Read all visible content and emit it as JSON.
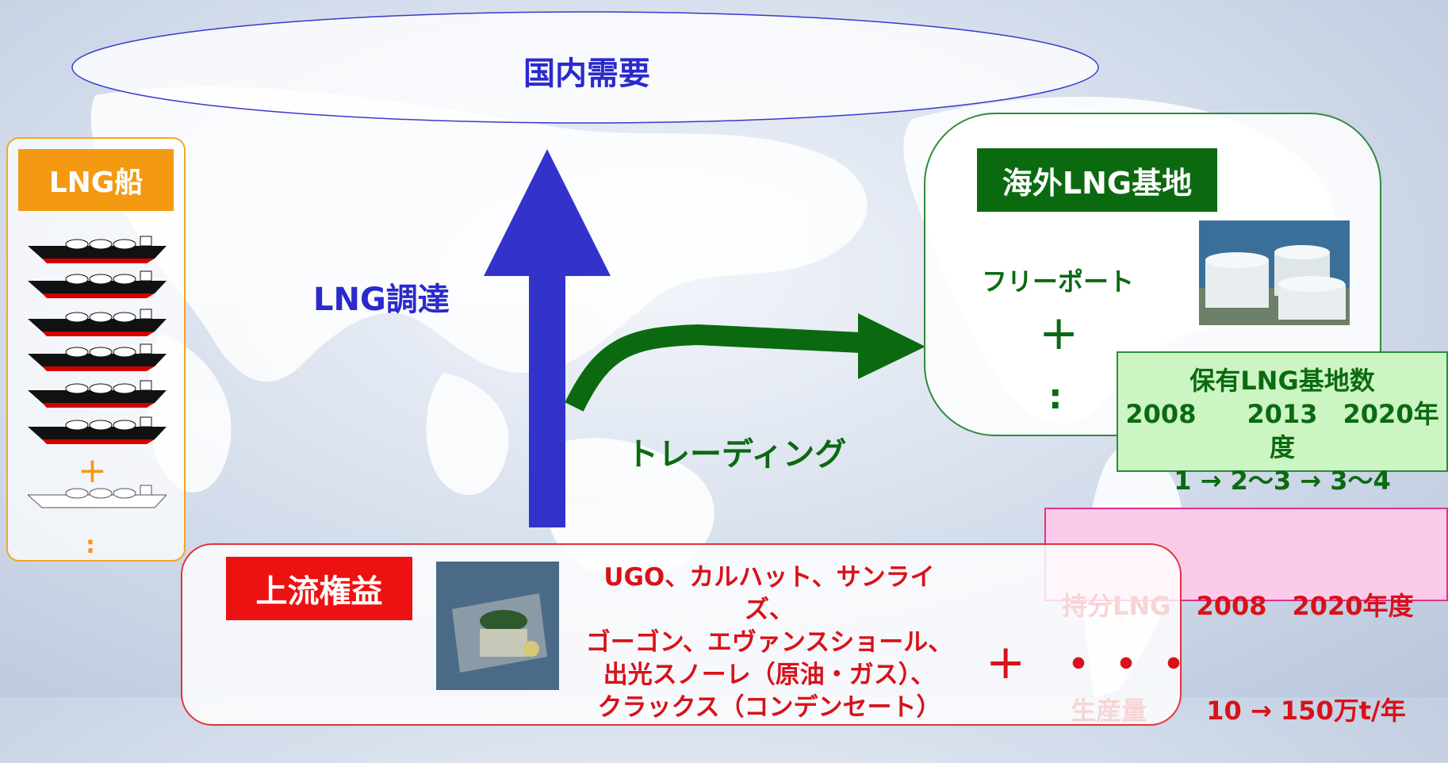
{
  "demand": {
    "label": "国内需要"
  },
  "procurement": {
    "label": "LNG調達"
  },
  "trading": {
    "label": "トレーディング"
  },
  "ships": {
    "title": "LNG船",
    "plus": "+",
    "more": ":"
  },
  "overseas": {
    "title": "海外LNG基地",
    "site": "フリーポート",
    "plus": "+",
    "more": ":"
  },
  "bases": {
    "title": "保有LNG基地数",
    "years": "2008　　2013　2020年度",
    "counts": "1 → 2～3 → 3～4"
  },
  "equity": {
    "line1": "持分LNG　2008　2020年度",
    "line2": " 生産量　　 10 → 150万t/年"
  },
  "upstream": {
    "title": "上流権益",
    "projects": [
      "UGO、カルハット、サンライズ、",
      "ゴーゴン、エヴァンスショール、",
      "出光スノーレ（原油・ガス）、",
      "クラックス（コンデンセート）"
    ],
    "plus": "+",
    "more": "・・・"
  },
  "colors": {
    "blue_arrow": "#3333cc",
    "green_arrow": "#0b6a10",
    "orange": "#f39a12",
    "red": "#ee1111"
  }
}
